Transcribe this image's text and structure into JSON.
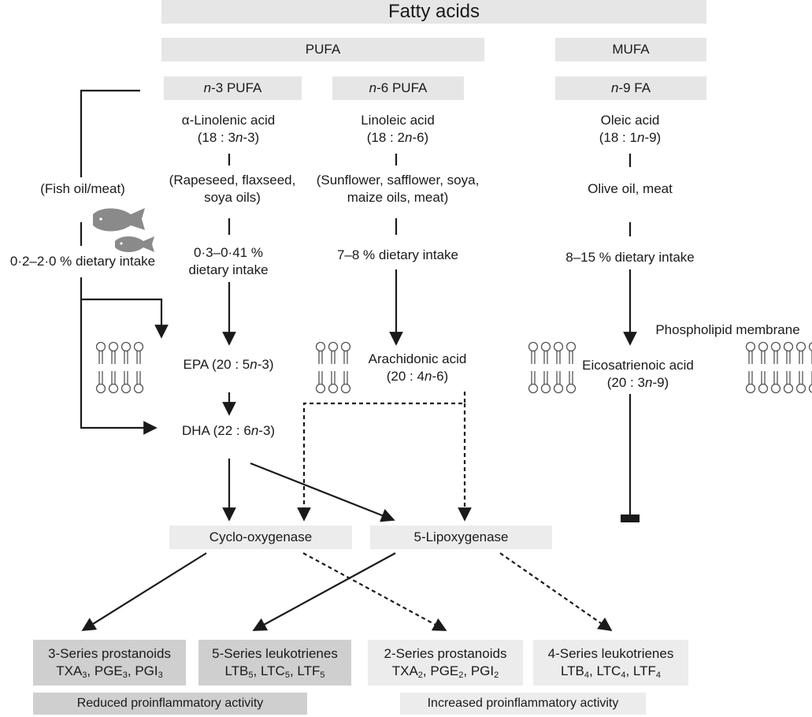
{
  "title": "Fatty acids",
  "groups": {
    "pufa": "PUFA",
    "mufa": "MUFA"
  },
  "subgroups": {
    "n3": "-3 PUFA",
    "n6": "-6 PUFA",
    "n9": "-9 FA",
    "n_letter": "n"
  },
  "n3": {
    "acid": "α-Linolenic acid",
    "formula_a": "(18 : 3",
    "formula_b": "-3)",
    "sources_1": "(Rapeseed, flaxseed,",
    "sources_2": "soya oils)",
    "intake_1": "0·3–0·41 %",
    "intake_2": "dietary intake",
    "epa_a": "EPA (20 : 5",
    "epa_b": "-3)",
    "dha_a": "DHA (22 : 6",
    "dha_b": "-3)"
  },
  "n6": {
    "acid": "Linoleic acid",
    "formula_a": "(18 : 2",
    "formula_b": "-6)",
    "sources_1": "(Sunflower, safflower, soya,",
    "sources_2": "maize oils, meat)",
    "intake": "7–8 % dietary intake",
    "product_1": "Arachidonic acid",
    "product_2a": "(20 : 4",
    "product_2b": "-6)"
  },
  "n9": {
    "acid": "Oleic acid",
    "formula_a": "(18 : 1",
    "formula_b": "-9)",
    "sources": "Olive oil, meat",
    "intake": "8–15 % dietary intake",
    "product_1": "Eicosatrienoic acid",
    "product_2a": "(20 : 3",
    "product_2b": "-9)"
  },
  "fish": {
    "source": "(Fish oil/meat)",
    "intake": "0·2–2·0 % dietary intake"
  },
  "membrane_label": "Phospholipid membrane",
  "enzymes": {
    "cox": "Cyclo-oxygenase",
    "lox": "5-Lipoxygenase"
  },
  "outputs": {
    "s3": {
      "title": "3-Series prostanoids",
      "i1": "TXA",
      "s1": "3",
      "i2": "PGE",
      "s2": "3",
      "i3": "PGI",
      "s3": "3"
    },
    "s5": {
      "title": "5-Series leukotrienes",
      "i1": "LTB",
      "s1": "5",
      "i2": "LTC",
      "s2": "5",
      "i3": "LTF",
      "s3": "5"
    },
    "s2": {
      "title": "2-Series prostanoids",
      "i1": "TXA",
      "s1": "2",
      "i2": "PGE",
      "s2": "2",
      "i3": "PGI",
      "s3": "2"
    },
    "s4": {
      "title": "4-Series leukotrienes",
      "i1": "LTB",
      "s1": "4",
      "i2": "LTC",
      "s2": "4",
      "i3": "LTF",
      "s3": "4"
    }
  },
  "activity": {
    "reduced": "Reduced proinflammatory activity",
    "increased": "Increased proinflammatory activity"
  },
  "colors": {
    "box": "#e6e6e6",
    "box_dark": "#cfcfcf",
    "fish": "#8a8a8a",
    "line": "#1a1a1a"
  }
}
